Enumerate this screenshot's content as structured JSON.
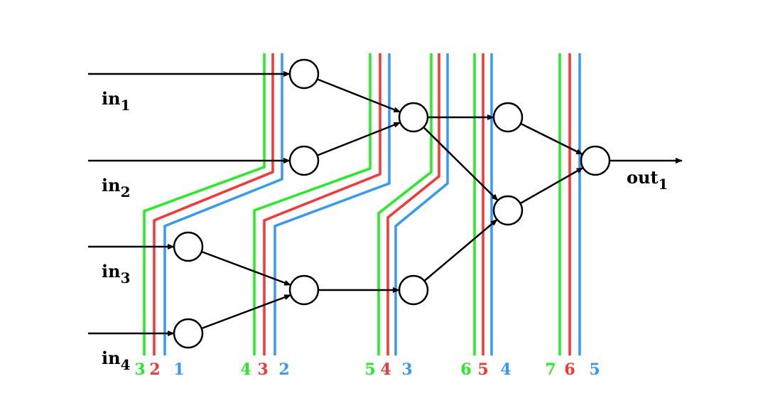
{
  "colors": {
    "green": "#22ee22",
    "red": "#ff3333",
    "blue": "#3399ff",
    "edge": "#000000"
  },
  "inputs": [
    {
      "name": "in",
      "sub": "1"
    },
    {
      "name": "in",
      "sub": "2"
    },
    {
      "name": "in",
      "sub": "3"
    },
    {
      "name": "in",
      "sub": "4"
    }
  ],
  "output": {
    "name": "out",
    "sub": "1"
  },
  "cuts": [
    {
      "labels": [
        "3",
        "2",
        "1"
      ]
    },
    {
      "labels": [
        "4",
        "3",
        "2"
      ]
    },
    {
      "labels": [
        "5",
        "4",
        "3"
      ]
    },
    {
      "labels": [
        "6",
        "5",
        "4"
      ]
    },
    {
      "labels": [
        "7",
        "6",
        "5"
      ]
    }
  ]
}
